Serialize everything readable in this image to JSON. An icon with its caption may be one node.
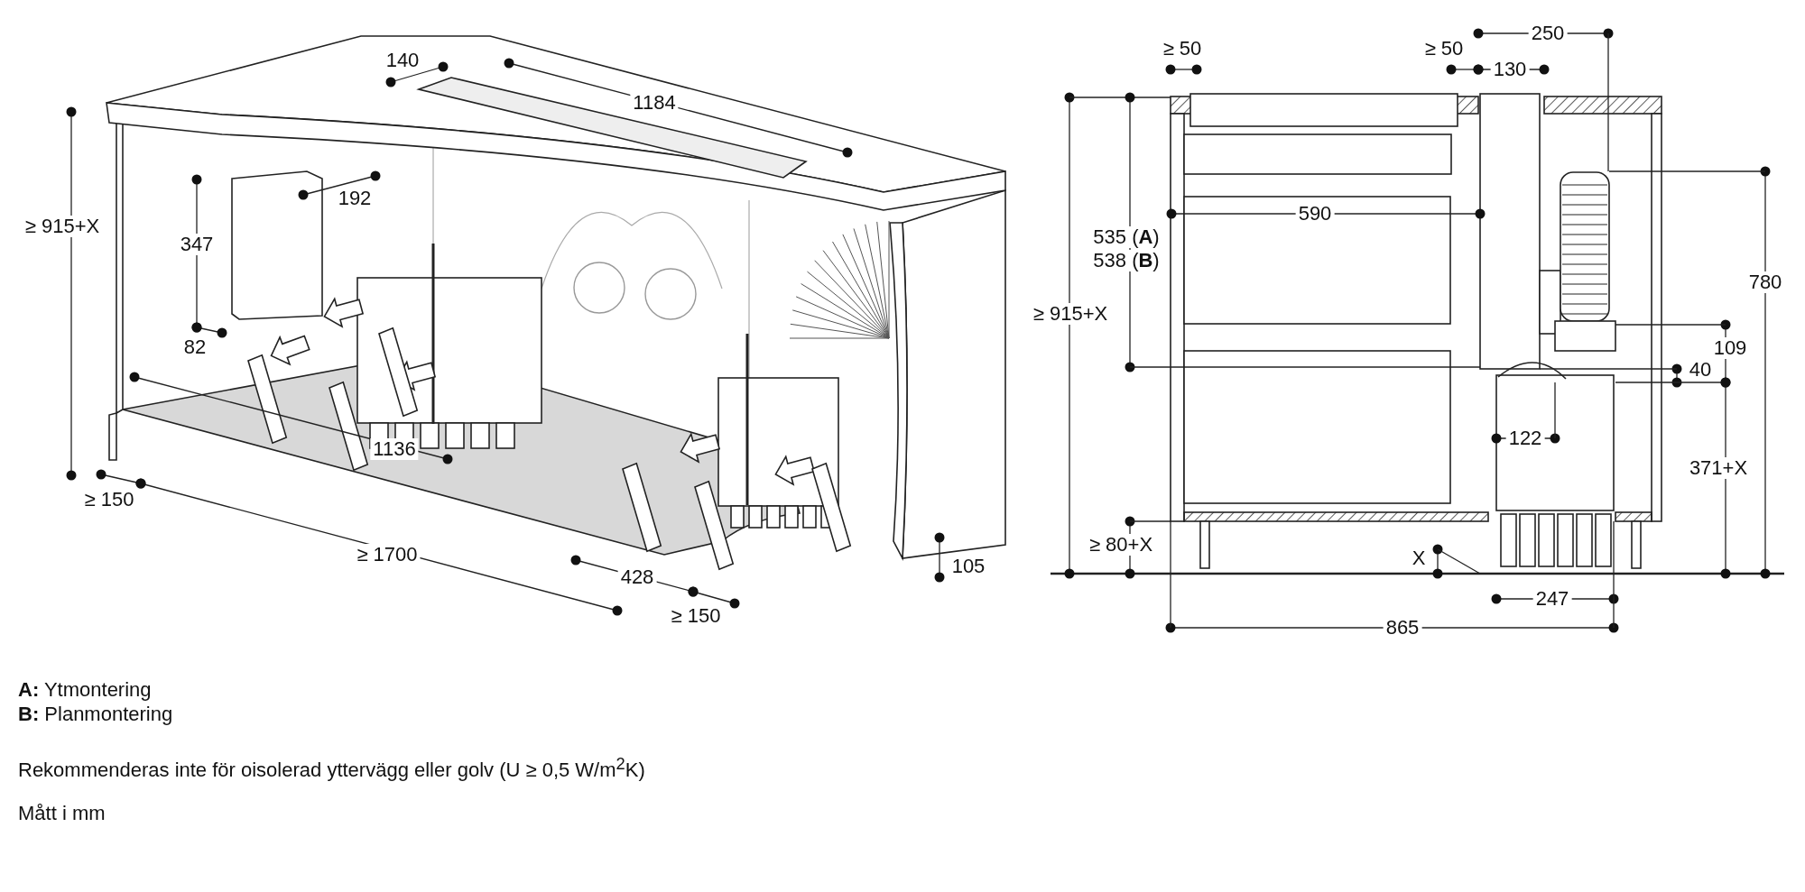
{
  "diagram": {
    "labels": [
      "140",
      "1184",
      "192",
      "347",
      "≥ 915+X",
      "82",
      "1136",
      "≥ 150",
      "≥ 1700",
      "428",
      "105",
      "≥ 150",
      "≥ 50",
      "250",
      "≥ 50",
      "130",
      "590",
      "535 (**A**)",
      "538 (**B**)",
      "≥ 915+X",
      "780",
      "109",
      "40",
      "122",
      "371+X",
      "≥ 80+X",
      "X",
      "247",
      "865",
      "**A:** Ytmontering",
      "**B:** Planmontering",
      "Rekommenderas inte för oisolerad yttervägg eller golv (U ≥ 0,5 W/m$^{2}$K)",
      "Mått i mm"
    ]
  }
}
